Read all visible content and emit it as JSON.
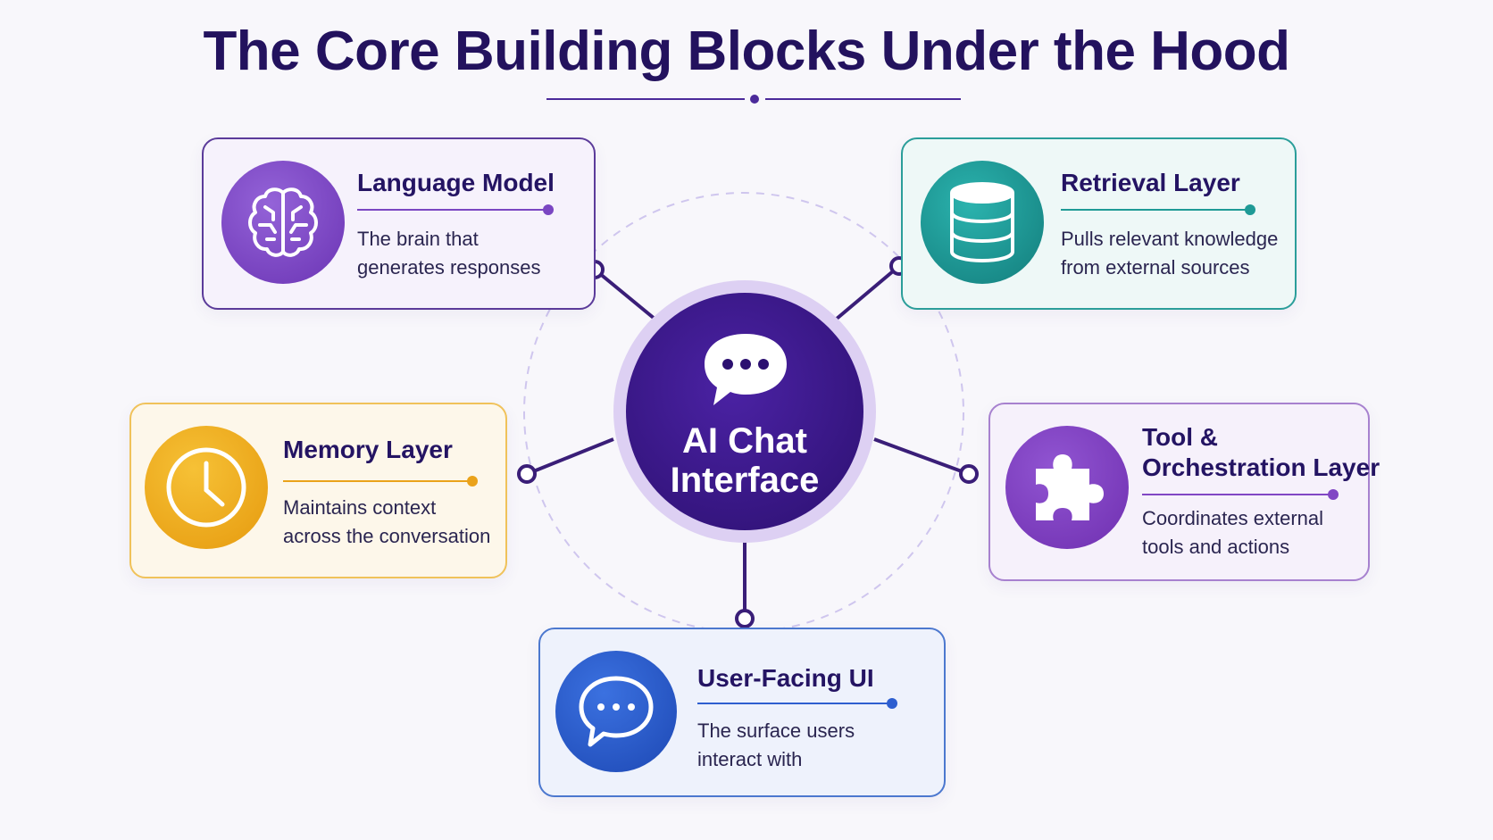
{
  "title": "The Core Building Blocks Under the Hood",
  "hub": {
    "line1": "AI Chat",
    "line2": "Interface",
    "icon": "chat-bubble-dots-icon"
  },
  "components": {
    "language_model": {
      "title": "Language Model",
      "desc_line1": "The brain that",
      "desc_line2": "generates responses",
      "icon": "brain-icon",
      "accent": "#7a46c2"
    },
    "retrieval_layer": {
      "title": "Retrieval Layer",
      "desc_line1": "Pulls relevant knowledge",
      "desc_line2": "from external sources",
      "icon": "database-icon",
      "accent": "#1f9a96"
    },
    "memory_layer": {
      "title": "Memory Layer",
      "desc_line1": "Maintains context",
      "desc_line2": "across the conversation",
      "icon": "clock-icon",
      "accent": "#eaa21a"
    },
    "tool_layer": {
      "title_line1": "Tool &",
      "title_line2": "Orchestration Layer",
      "desc_line1": "Coordinates external",
      "desc_line2": "tools and actions",
      "icon": "puzzle-piece-icon",
      "accent": "#8146c4"
    },
    "user_ui": {
      "title": "User-Facing UI",
      "desc_line1": "The surface users",
      "desc_line2": "interact with",
      "icon": "chat-bubble-icon",
      "accent": "#2e5fd0"
    }
  },
  "colors": {
    "title": "#23125e",
    "connector": "#3a1e78",
    "hub": "#2c1070",
    "orbit": "#cfc6ee"
  }
}
